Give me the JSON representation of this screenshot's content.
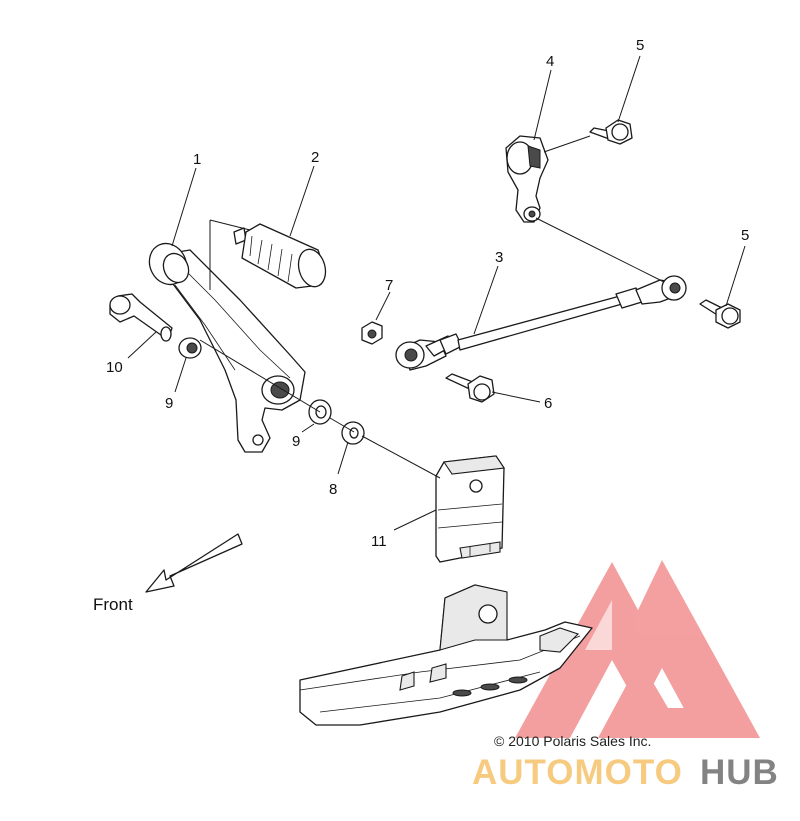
{
  "callouts": {
    "c1": "1",
    "c2": "2",
    "c3": "3",
    "c4": "4",
    "c5a": "5",
    "c5b": "5",
    "c6": "6",
    "c7": "7",
    "c8": "8",
    "c9a": "9",
    "c9b": "9",
    "c10": "10",
    "c11": "11"
  },
  "direction_label": "Front",
  "copyright": "© 2010 Polaris Sales Inc.",
  "watermark": {
    "word_a": "AUTOMOTO",
    "word_b": "HUB",
    "color_a": "#f5c26b",
    "color_b": "#6e6e6e",
    "logo_color": "#f08080"
  }
}
